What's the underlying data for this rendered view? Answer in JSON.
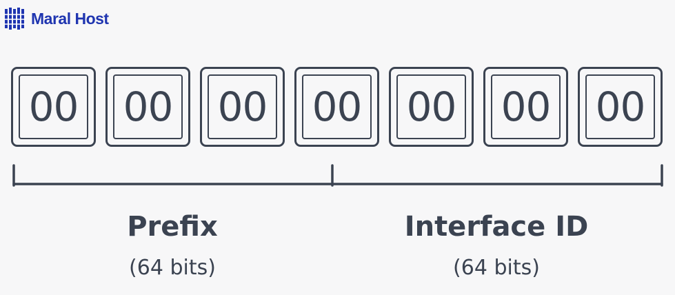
{
  "logo": {
    "text": "Maral Host",
    "icon": "server-rack-icon",
    "color": "#1f35b0"
  },
  "address_groups": [
    "00",
    "00",
    "00",
    "00",
    "00",
    "00",
    "00"
  ],
  "sections": [
    {
      "title": "Prefix",
      "bits": "(64 bits)"
    },
    {
      "title": "Interface ID",
      "bits": "(64 bits)"
    }
  ],
  "colors": {
    "stroke": "#3b4351",
    "background": "#f7f7f8"
  }
}
